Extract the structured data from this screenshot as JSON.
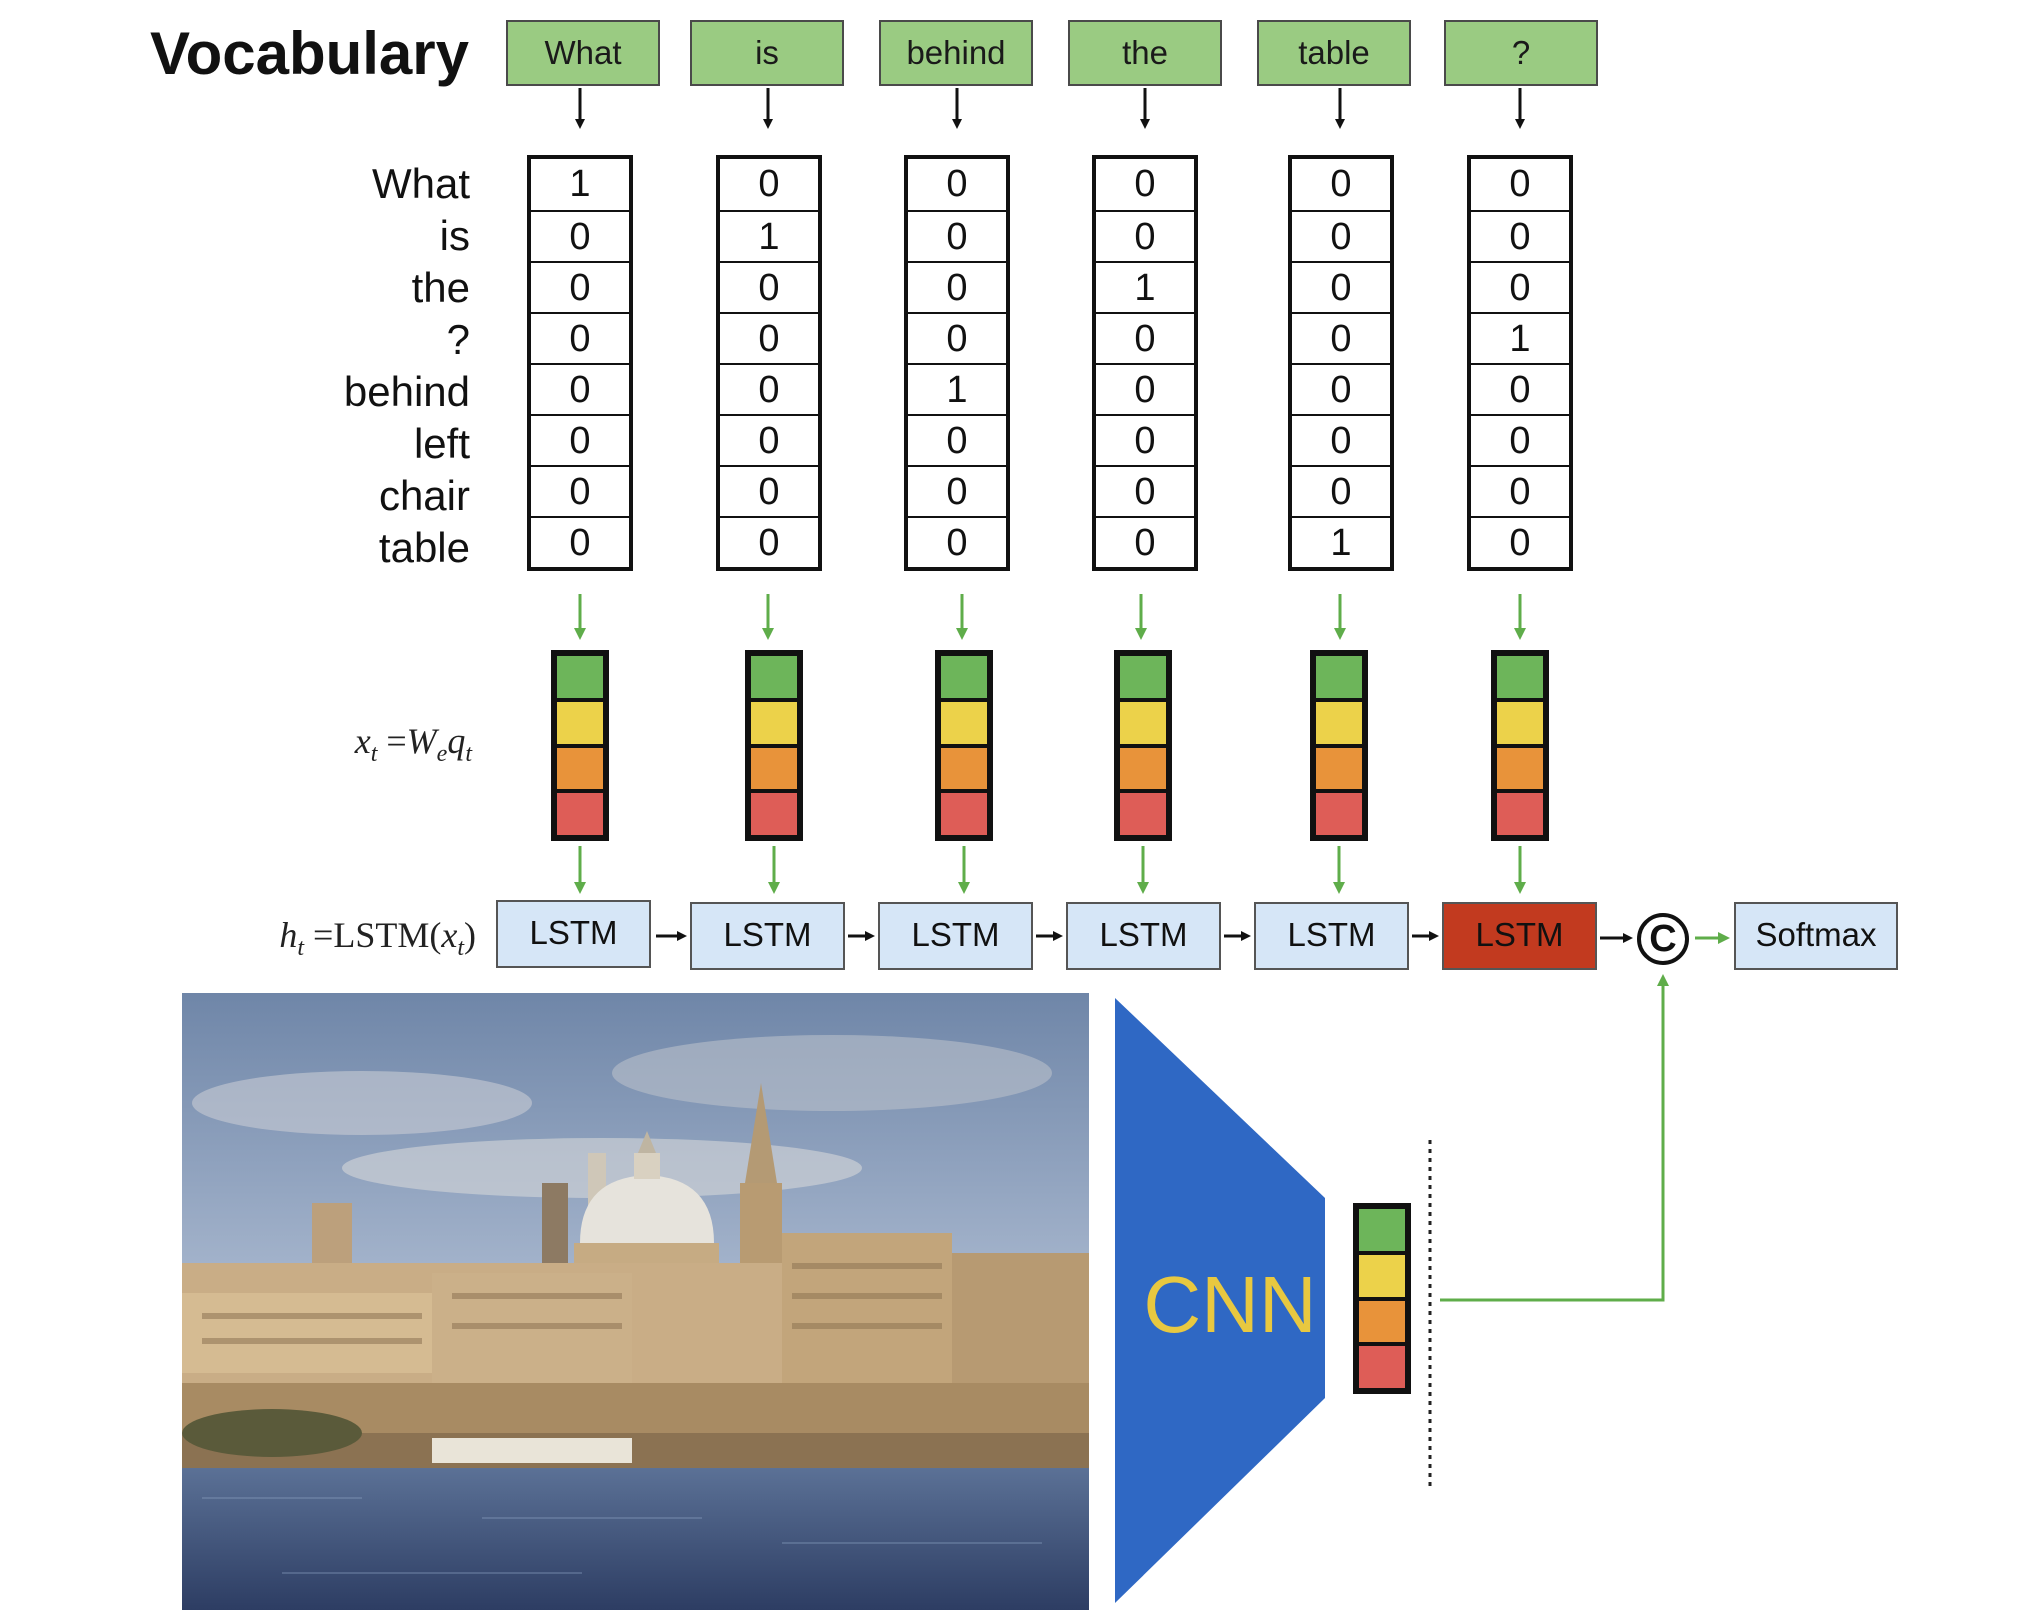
{
  "header": {
    "title": "Vocabulary"
  },
  "question_words": [
    "What",
    "is",
    "behind",
    "the",
    "table",
    "?"
  ],
  "vocabulary": [
    "What",
    "is",
    "the",
    "?",
    "behind",
    "left",
    "chair",
    "table"
  ],
  "one_hot_vectors": [
    [
      1,
      0,
      0,
      0,
      0,
      0,
      0,
      0
    ],
    [
      0,
      1,
      0,
      0,
      0,
      0,
      0,
      0
    ],
    [
      0,
      0,
      0,
      0,
      1,
      0,
      0,
      0
    ],
    [
      0,
      0,
      1,
      0,
      0,
      0,
      0,
      0
    ],
    [
      0,
      0,
      0,
      0,
      0,
      0,
      0,
      1
    ],
    [
      0,
      0,
      0,
      1,
      0,
      0,
      0,
      0
    ]
  ],
  "embedding_colors": [
    "#6db55a",
    "#ecd24a",
    "#e8933a",
    "#de5d57"
  ],
  "lstm_label": "LSTM",
  "lstm_colors": {
    "default": "#d6e6f7",
    "final": "#c23a1f"
  },
  "concat_symbol": "C",
  "softmax_label": "Softmax",
  "cnn_label": "CNN",
  "cnn_color": "#2f68c4",
  "arrow_colors": {
    "black": "#111111",
    "green": "#5fad4a"
  }
}
